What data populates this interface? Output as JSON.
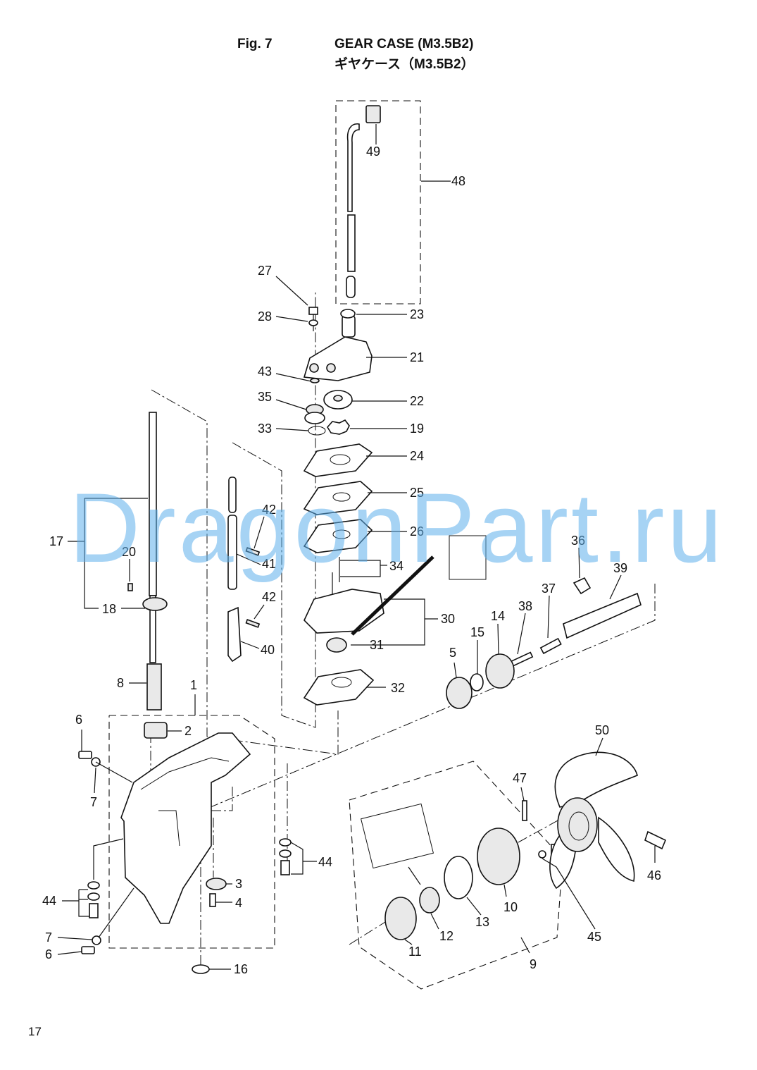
{
  "header": {
    "fig_label": "Fig. 7",
    "title_en": "GEAR CASE (M3.5B2)",
    "title_jp": "ギヤケース（M3.5B2）"
  },
  "page_number": "17",
  "watermark": "DragonPart.ru",
  "callouts": [
    "1",
    "2",
    "3",
    "4",
    "5",
    "6",
    "6",
    "7",
    "7",
    "8",
    "9",
    "10",
    "11",
    "12",
    "13",
    "14",
    "15",
    "16",
    "17",
    "18",
    "19",
    "20",
    "21",
    "22",
    "23",
    "24",
    "25",
    "26",
    "27",
    "28",
    "30",
    "31",
    "32",
    "33",
    "34",
    "35",
    "36",
    "37",
    "38",
    "39",
    "40",
    "41",
    "42",
    "42",
    "43",
    "44",
    "44",
    "45",
    "46",
    "47",
    "48",
    "49",
    "50"
  ]
}
